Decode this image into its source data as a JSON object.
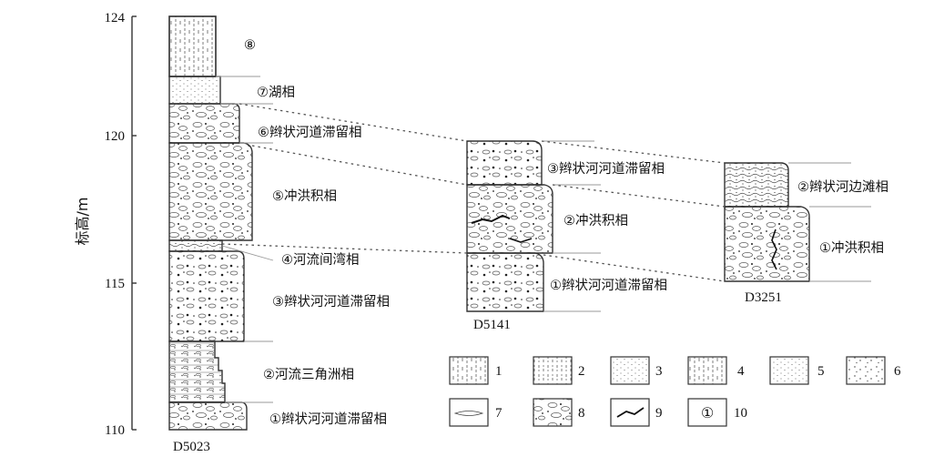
{
  "yaxis": {
    "label": "标高/m",
    "ticks": [
      "124",
      "120",
      "115",
      "110"
    ]
  },
  "columns": [
    {
      "name": "D5023",
      "facies": [
        "⑧",
        "⑦湖相",
        "⑥辫状河道滞留相",
        "⑤冲洪积相",
        "④河流间湾相",
        "③辫状河河道滞留相",
        "②河流三角洲相",
        "①辫状河河道滞留相"
      ]
    },
    {
      "name": "D5141",
      "facies": [
        "③辫状河河道滞留相",
        "②冲洪积相",
        "①辫状河河道滞留相"
      ]
    },
    {
      "name": "D3251",
      "facies": [
        "②辫状河边滩相",
        "①冲洪积相"
      ]
    }
  ],
  "legend": [
    "1",
    "2",
    "3",
    "4",
    "5",
    "6",
    "7",
    "8",
    "9",
    "10"
  ],
  "legend_symbol_10": "①"
}
